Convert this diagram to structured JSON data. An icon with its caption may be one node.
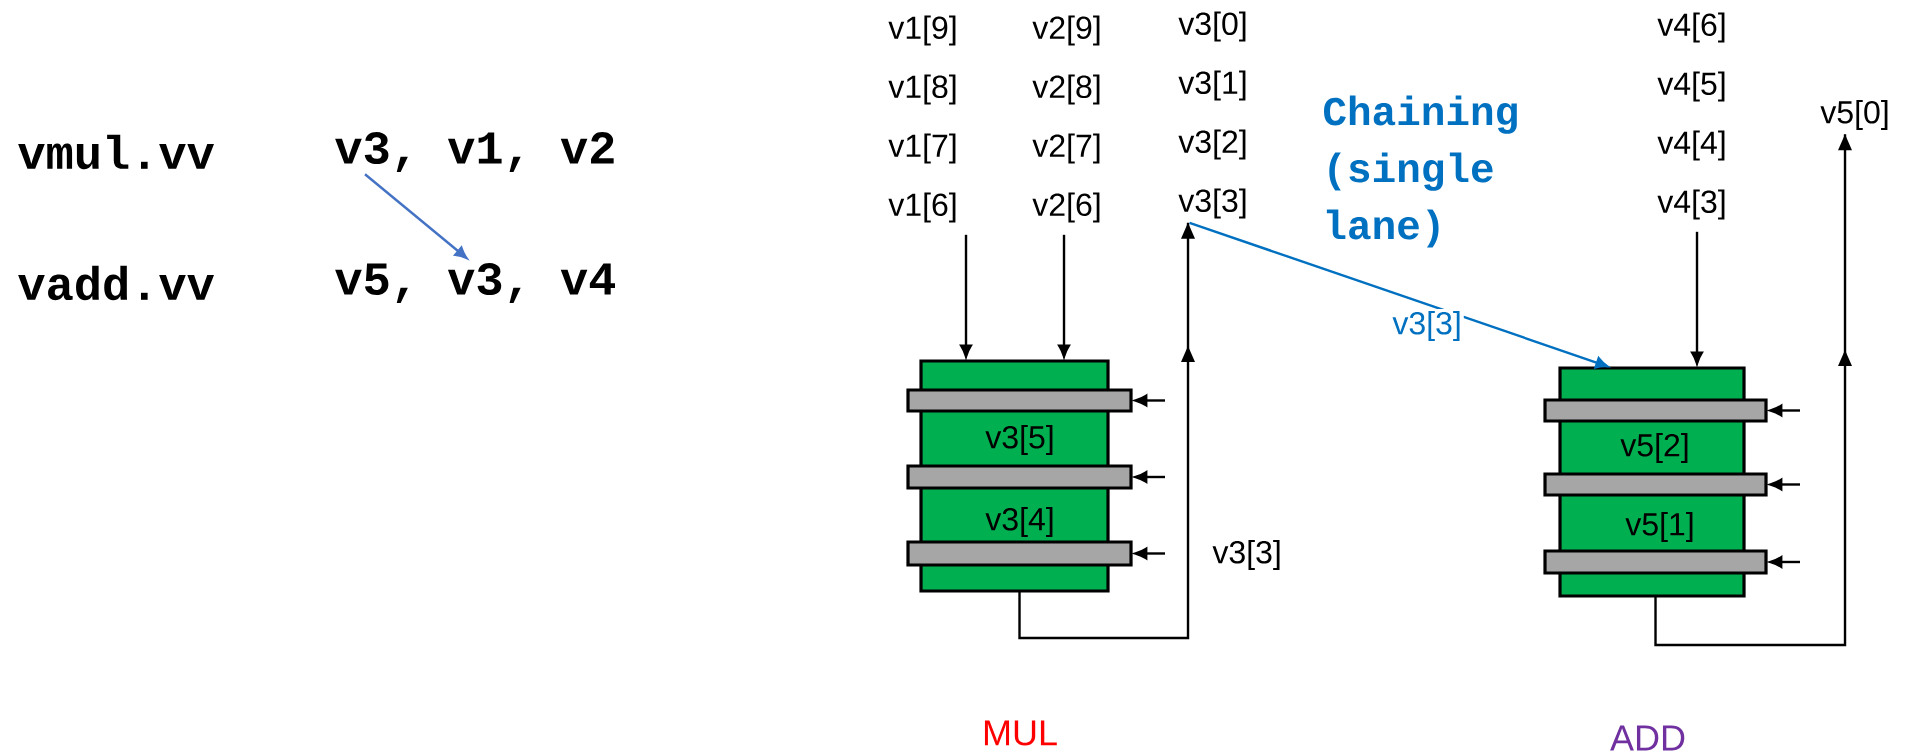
{
  "diagram": {
    "nodes": [
      {
        "text": [
          "v1[9]",
          "v1[8]",
          "v1[7]",
          "v1[6]"
        ]
      },
      {
        "text": [
          "v2[9]",
          "v2[8]",
          "v2[7]",
          "v2[6]"
        ]
      },
      {
        "text": [
          "v3[0]",
          "v3[1]",
          "v3[2]",
          "v3[3]"
        ]
      },
      {
        "text": [
          "v4[6]",
          "v4[5]",
          "v4[4]",
          "v4[3]"
        ]
      },
      {
        "text": [
          "v5[0]"
        ]
      },
      {
        "text": [
          "v3[5]",
          "v3[4]"
        ],
        "beside": [
          "MUL"
        ]
      },
      {
        "text": [
          "v5[2]",
          "v5[1]"
        ],
        "beside": [
          "ADD"
        ]
      },
      {
        "text": [
          "v3, v1, v2"
        ]
      },
      {
        "text": [
          "v5, v3, v4"
        ]
      }
    ],
    "edges": [
      {
        "from": 0,
        "to": 5,
        "arrow": "to"
      },
      {
        "from": 1,
        "to": 5,
        "arrow": "to"
      },
      {
        "from": 3,
        "to": 6,
        "arrow": "to"
      },
      {
        "from": 5,
        "to": 2,
        "arrow": "to",
        "label": "v3[3]"
      },
      {
        "from": 6,
        "to": 4,
        "arrow": "to"
      },
      {
        "from": 2,
        "to": 6,
        "arrow": "to",
        "label": "v3[3]",
        "color": "#0070c0"
      },
      {
        "from": 7,
        "to": 8,
        "arrow": "to",
        "color": "#4472c4"
      },
      {
        "from": null,
        "to": 5,
        "arrow": "to"
      },
      {
        "from": null,
        "to": 5,
        "arrow": "to"
      },
      {
        "from": null,
        "to": 5,
        "arrow": "to"
      },
      {
        "from": null,
        "to": 6,
        "arrow": "to"
      },
      {
        "from": null,
        "to": 6,
        "arrow": "to"
      },
      {
        "from": null,
        "to": 6,
        "arrow": "to"
      }
    ],
    "labels": [
      "vmul.vv",
      "vadd.vv",
      "Chaining (single lane)"
    ]
  }
}
